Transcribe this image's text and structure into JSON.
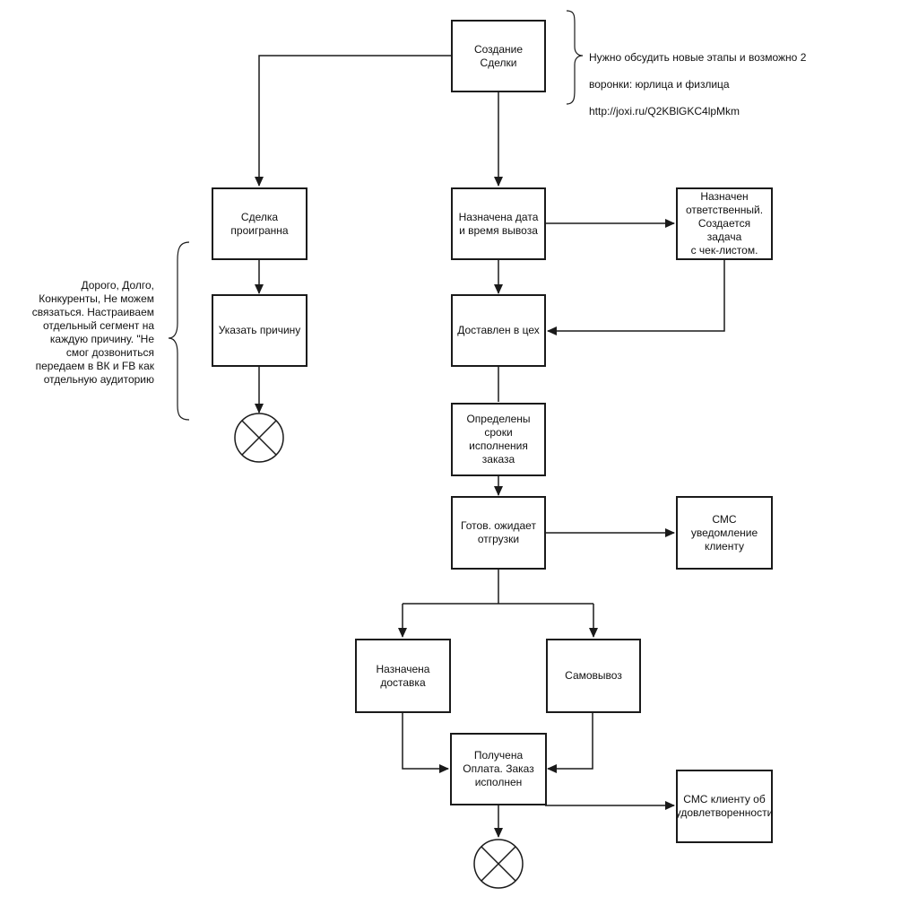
{
  "boxes": {
    "create_deal": "Создание Сделки",
    "deal_lost": "Сделка\nпроигранна",
    "specify_reason": "Указать причину",
    "pickup_scheduled": "Назначена  дата\nи время вывоза",
    "responsible_assigned": "Назначен\nответственный.\nСоздается задача\nс чек-листом.",
    "delivered_to_shop": "Доставлен в цех",
    "deadlines_set": "Определены\nсроки\nисполнения\nзаказа",
    "ready_awaiting": "Готов. ожидает\nотгрузки",
    "sms_notification": "СМС\nуведомление\nклиенту",
    "delivery_assigned": "Назначена\nдоставка",
    "self_pickup": "Самовывоз",
    "payment_received": "Получена\nОплата. Заказ\nисполнен",
    "sms_satisfaction": "СМС  клиенту об\nудовлетворенности"
  },
  "notes": {
    "top_right_line1": "Нужно обсудить новые этапы и возможно 2",
    "top_right_line2": "воронки: юрлица и физлица",
    "top_right_line3": "http://joxi.ru/Q2KBlGKC4lpMkm",
    "left": "Дорого, Долго,\nКонкуренты, Не можем\nсвязаться. Настраиваем\nотдельный сегмент на\nкаждую причину. \"Не\nсмог дозвониться\nпередаем в ВК и FB как\nотдельную аудиторию"
  },
  "colors": {
    "line": "#1a1a1a",
    "box_fill": "#ffffff"
  }
}
